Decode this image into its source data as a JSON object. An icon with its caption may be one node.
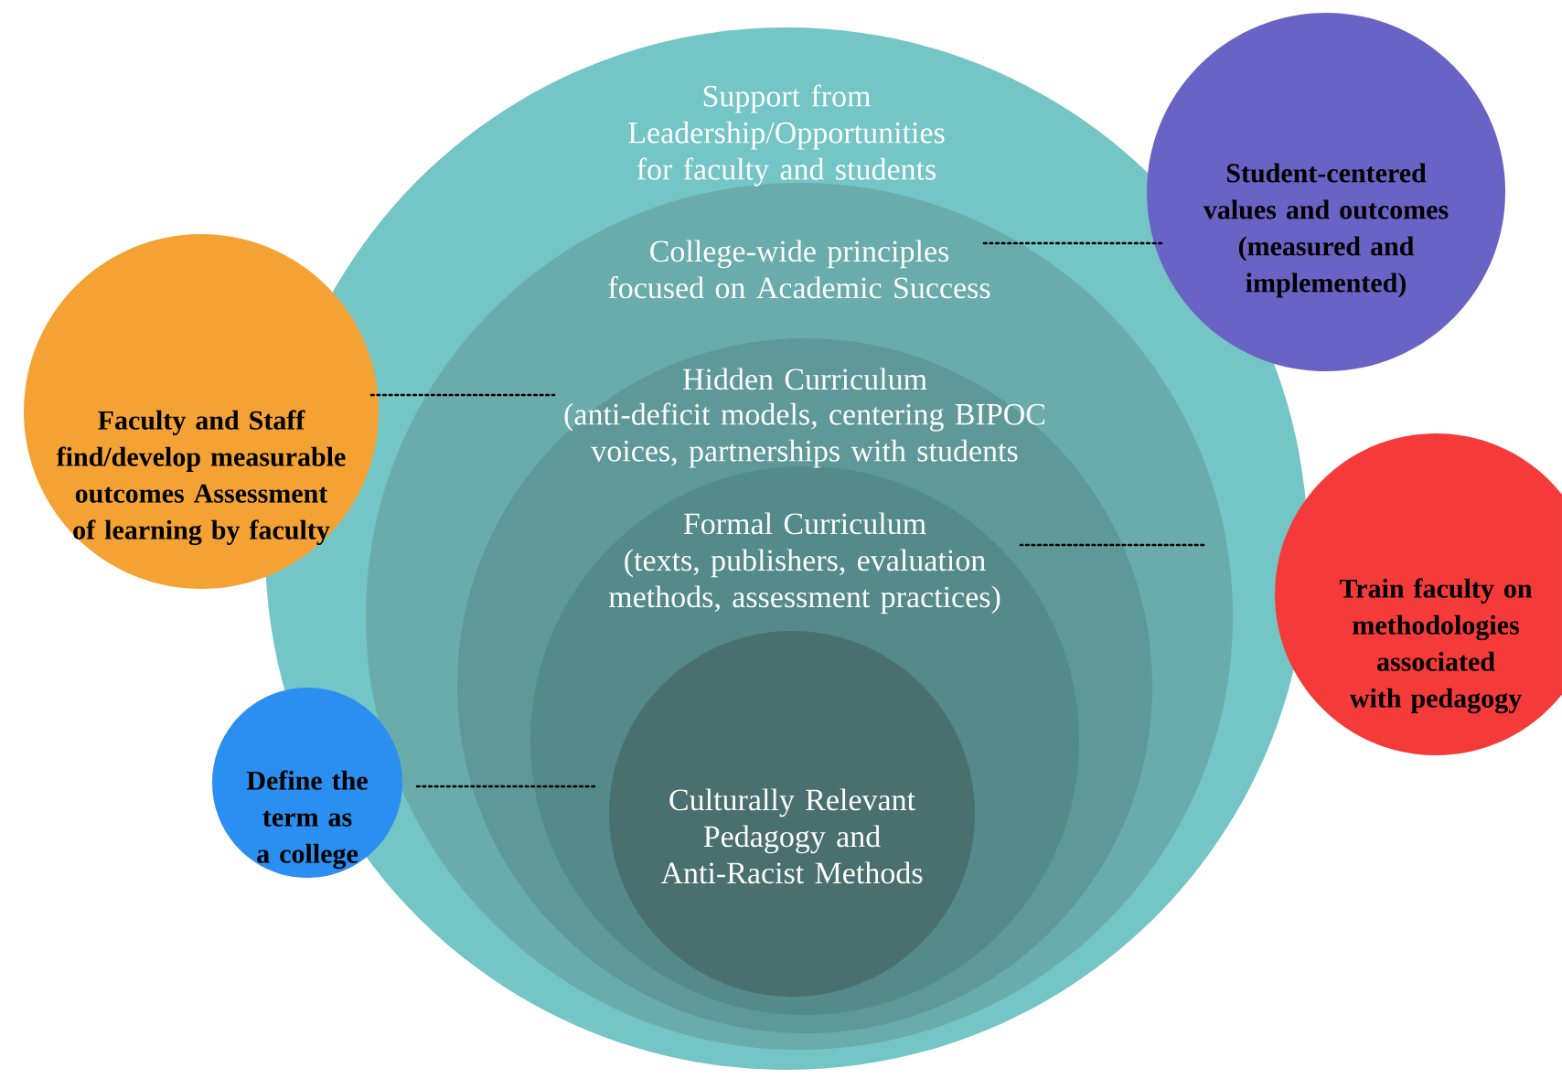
{
  "diagram": {
    "nodes": [
      {
        "text": [
          "Support from Leadership/Opportunities for faculty and students"
        ]
      },
      {
        "text": [
          "College-wide principles focused on Academic Success"
        ],
        "in": 0
      },
      {
        "text": [
          "Hidden Curriculum",
          "(anti-deficit models, centering BIPOC voices, partnerships with students"
        ],
        "in": 1
      },
      {
        "text": [
          "Formal Curriculum",
          "(texts, publishers, evaluation methods, assessment practices)"
        ],
        "in": 2
      },
      {
        "text": [
          "Culturally Relevant Pedagogy and Anti-Racist Methods"
        ],
        "in": 3
      },
      {
        "text": [
          "Student-centered values and outcomes (measured and implemented)"
        ]
      },
      {
        "text": [
          "Faculty and Staff find/develop measurable outcomes Assessment of learning by faculty"
        ]
      },
      {
        "text": [
          "Train faculty on methodologies associated with pedagogy"
        ]
      },
      {
        "text": [
          "Define the term as a college"
        ]
      }
    ],
    "edges": [
      {
        "from": 5,
        "to": 1,
        "arrow": "none"
      },
      {
        "from": 6,
        "to": 2,
        "arrow": "none"
      },
      {
        "from": 7,
        "to": 3,
        "arrow": "none"
      },
      {
        "from": 8,
        "to": 4,
        "arrow": "none"
      }
    ]
  }
}
